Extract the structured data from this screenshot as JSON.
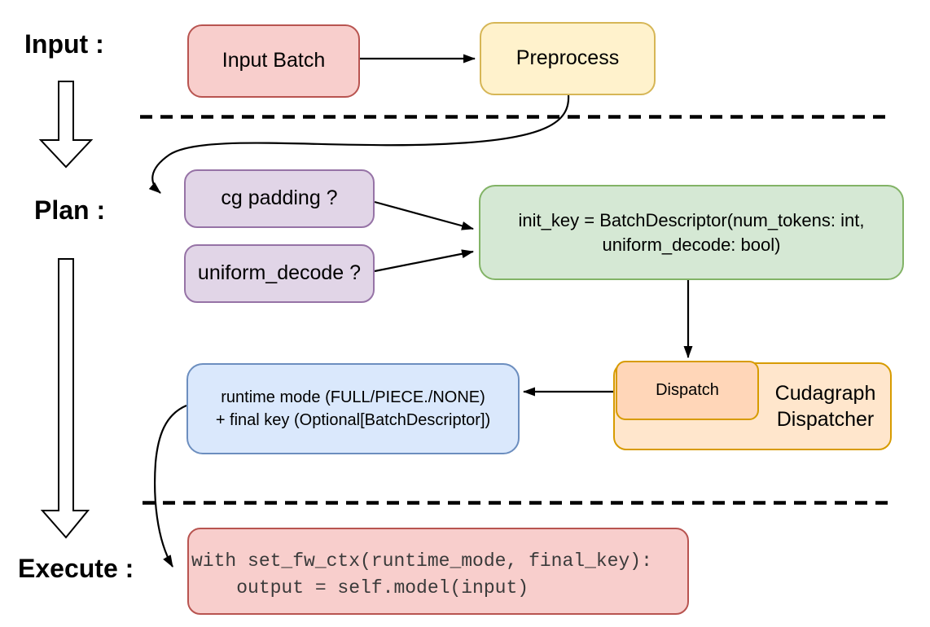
{
  "diagram": {
    "sections": {
      "input_label": "Input :",
      "plan_label": "Plan :",
      "execute_label": "Execute :"
    },
    "nodes": {
      "input_batch": {
        "label": "Input Batch"
      },
      "preprocess": {
        "label": "Preprocess"
      },
      "cg_padding": {
        "label": "cg padding ?"
      },
      "uniform_decode": {
        "label": "uniform_decode ?"
      },
      "init_key": {
        "line1": "init_key = BatchDescriptor(num_tokens: int,",
        "line2": "uniform_decode: bool)"
      },
      "runtime": {
        "line1": "runtime mode (FULL/PIECE./NONE)",
        "line2": "+ final key (Optional[BatchDescriptor])"
      },
      "dispatch": {
        "label": "Dispatch"
      },
      "cudagraph_dispatcher": {
        "line1": "Cudagraph",
        "line2": "Dispatcher"
      },
      "execute_code": {
        "line1": "with set_fw_ctx(runtime_mode, final_key):",
        "line2": "    output = self.model(input)"
      }
    },
    "colors": {
      "red-fill": "#f8cecc",
      "red-stroke": "#b85450",
      "yellow-fill": "#fff2cc",
      "yellow-stroke": "#d6b656",
      "purple-fill": "#e1d5e7",
      "purple-stroke": "#9673a6",
      "green-fill": "#d5e8d4",
      "green-stroke": "#82b366",
      "blue-fill": "#dae8fc",
      "blue-stroke": "#6c8ebf",
      "orange-fill": "#ffe6cc",
      "orange-stroke": "#d79b00",
      "orange-inner-fill": "#ffd6b8",
      "arrow": "#000000"
    }
  }
}
